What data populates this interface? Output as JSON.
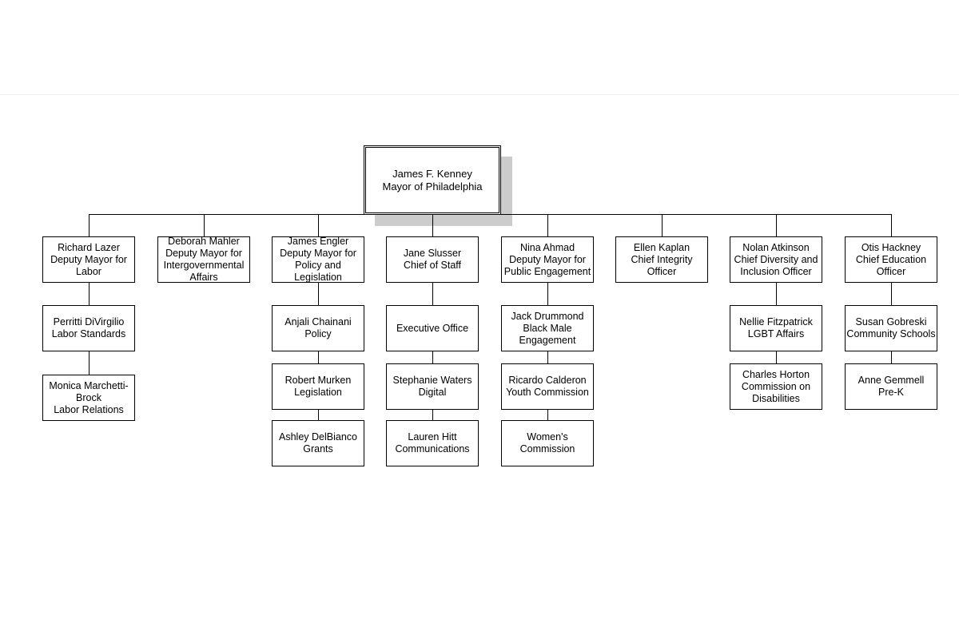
{
  "org_chart": {
    "root": {
      "lines": [
        "James F. Kenney",
        "Mayor of Philadelphia"
      ]
    },
    "columns": [
      {
        "head": [
          "Richard Lazer",
          "Deputy Mayor for",
          "Labor"
        ],
        "reports": [
          [
            "Perritti DiVirgilio",
            "Labor Standards"
          ],
          [
            "Monica Marchetti-",
            "Brock",
            "Labor Relations"
          ]
        ]
      },
      {
        "head": [
          "Deborah Mahler",
          "Deputy Mayor for",
          "Intergovernmental",
          "Affairs"
        ],
        "reports": []
      },
      {
        "head": [
          "James Engler",
          "Deputy Mayor for",
          "Policy and",
          "Legislation"
        ],
        "reports": [
          [
            "Anjali Chainani",
            "Policy"
          ],
          [
            "Robert Murken",
            "Legislation"
          ],
          [
            "Ashley DelBianco",
            "Grants"
          ]
        ]
      },
      {
        "head": [
          "Jane Slusser",
          "Chief of Staff"
        ],
        "reports": [
          [
            "Executive Office"
          ],
          [
            "Stephanie Waters",
            "Digital"
          ],
          [
            "Lauren Hitt",
            "Communications"
          ]
        ]
      },
      {
        "head": [
          "Nina Ahmad",
          "Deputy Mayor for",
          "Public Engagement"
        ],
        "reports": [
          [
            "Jack Drummond",
            "Black Male",
            "Engagement"
          ],
          [
            "Ricardo Calderon",
            "Youth Commission"
          ],
          [
            "Women's",
            "Commission"
          ]
        ]
      },
      {
        "head": [
          "Ellen Kaplan",
          "Chief Integrity",
          "Officer"
        ],
        "reports": []
      },
      {
        "head": [
          "Nolan Atkinson",
          "Chief Diversity and",
          "Inclusion Officer"
        ],
        "reports": [
          [
            "Nellie Fitzpatrick",
            "LGBT Affairs"
          ],
          [
            "Charles Horton",
            "Commission on",
            "Disabilities"
          ]
        ]
      },
      {
        "head": [
          "Otis Hackney",
          "Chief Education",
          "Officer"
        ],
        "reports": [
          [
            "Susan Gobreski",
            "Community Schools"
          ],
          [
            "Anne Gemmell",
            "Pre-K"
          ]
        ]
      }
    ]
  }
}
